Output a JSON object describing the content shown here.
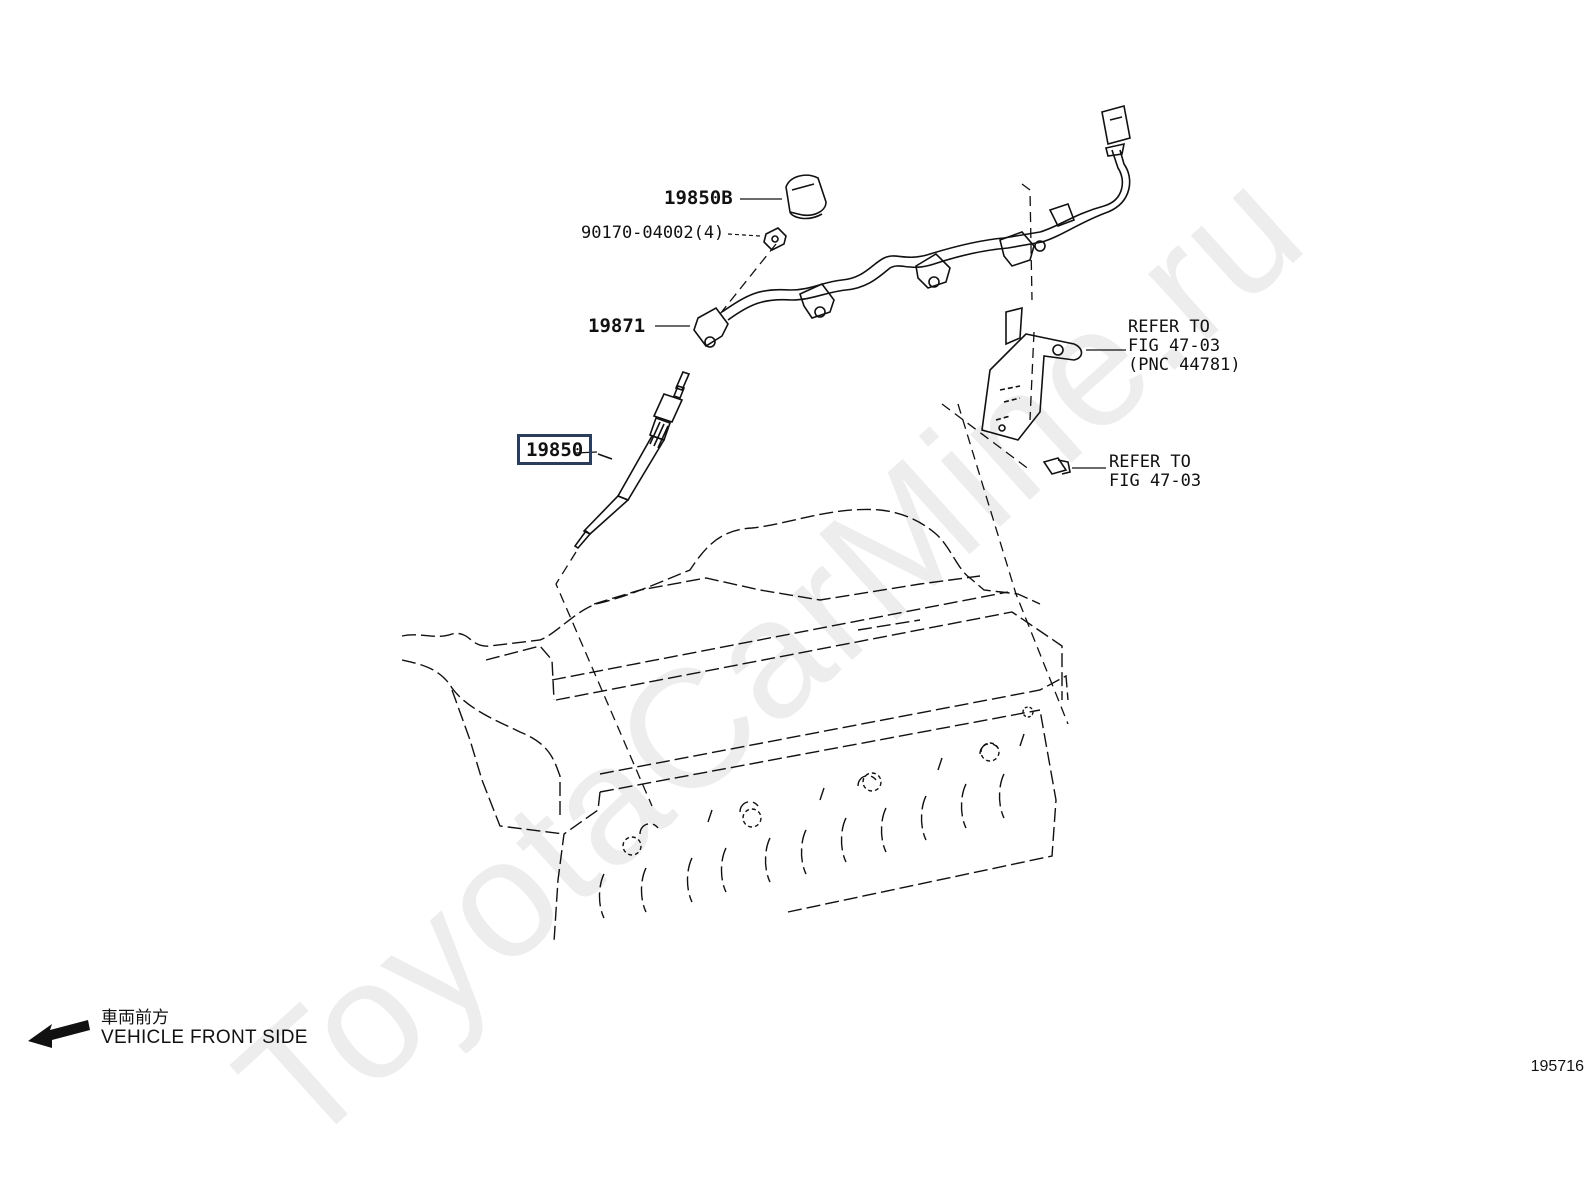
{
  "watermark": "ToyotaCarMine.ru",
  "parts": {
    "p19850B": "19850B",
    "p90170": "90170-04002(4)",
    "p19871": "19871",
    "p19850": "19850"
  },
  "refs": {
    "ref1_line1": "REFER TO",
    "ref1_line2": "FIG 47-03",
    "ref1_line3": "(PNC 44781)",
    "ref2_line1": "REFER TO",
    "ref2_line2": "FIG 47-03"
  },
  "footer": {
    "japanese": "車両前方",
    "english": "VEHICLE FRONT SIDE",
    "figure_id": "195716"
  },
  "colors": {
    "highlight_border": "#2a3d5a",
    "line": "#111111",
    "watermark": "#ededed"
  }
}
